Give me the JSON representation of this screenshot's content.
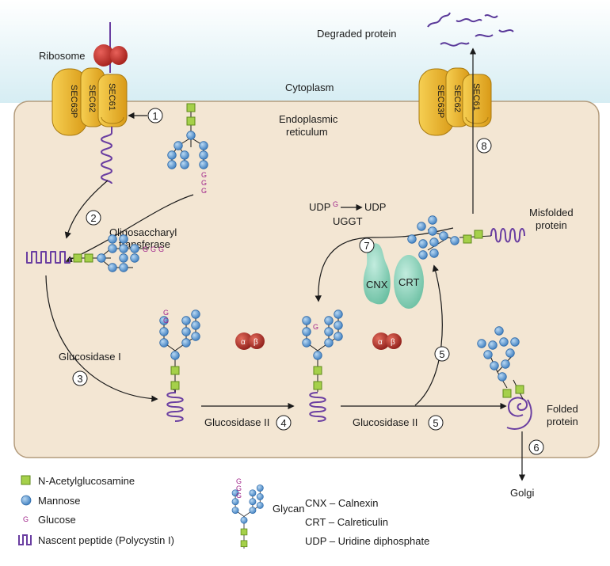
{
  "labels": {
    "ribosome": "Ribosome",
    "degraded_protein": "Degraded protein",
    "cytoplasm": "Cytoplasm",
    "er_line1": "Endoplasmic",
    "er_line2": "reticulum",
    "sec63p": "SEC63P",
    "sec62": "SEC62",
    "sec61": "SEC61",
    "ost_line1": "Oligosaccharyl",
    "ost_line2": "transferase",
    "udpg": "UDP",
    "udpg_sup": "G",
    "udp": "UDP",
    "uggt": "UGGT",
    "misfolded_line1": "Misfolded",
    "misfolded_line2": "protein",
    "glucosidase_1": "Glucosidase I",
    "glucosidase_2a": "Glucosidase II",
    "glucosidase_2b": "Glucosidase II",
    "cnx": "CNX",
    "crt": "CRT",
    "alpha": "α",
    "beta": "β",
    "folded_line1": "Folded",
    "folded_line2": "protein",
    "golgi": "Golgi",
    "glucose_letter": "G"
  },
  "steps": [
    "1",
    "2",
    "3",
    "4",
    "5",
    "5",
    "6",
    "7",
    "8"
  ],
  "legend": {
    "items": [
      {
        "icon": "n-acetylglucosamine-square-icon",
        "label": "N-Acetylglucosamine"
      },
      {
        "icon": "mannose-circle-icon",
        "label": "Mannose"
      },
      {
        "icon": "glucose-g-icon",
        "label": "Glucose"
      },
      {
        "icon": "nascent-peptide-icon",
        "label": "Nascent peptide (Polycystin I)"
      }
    ],
    "glycan_label": "Glycan",
    "abbreviations": [
      "CNX – Calnexin",
      "CRT – Calreticulin",
      "UDP – Uridine diphosphate"
    ]
  },
  "colors": {
    "er_fill": "#f3e6d3",
    "er_stroke": "#b39b7c",
    "cytoplasm_gradient_top": "#ffffff",
    "cytoplasm_gradient_bottom": "#d8eef3",
    "translocon_fill": "#e9b530",
    "translocon_stroke": "#a87a10",
    "ribosome_fill": "#c0392b",
    "nacetylglucosamine": "#9ccc3c",
    "mannose": "#5b9bd5",
    "glucose": "#a0258a",
    "peptide": "#6a3ea1",
    "chaperone": "#8fd3bd",
    "glucosidase_ii": "#b83232"
  }
}
